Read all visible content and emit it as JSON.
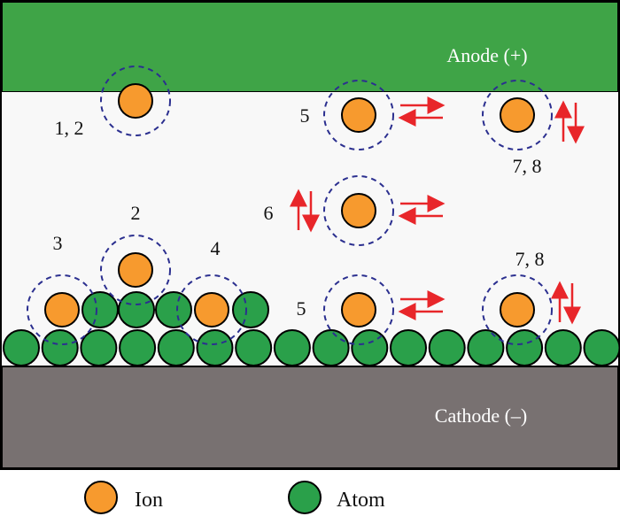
{
  "electrodes": {
    "anode_label": "Anode (+)",
    "cathode_label": "Cathode (–)"
  },
  "step_labels": {
    "l12_left": "1, 2",
    "l2_top": "2",
    "l3": "3",
    "l4": "4",
    "l5_top": "5",
    "l5_bottom": "5",
    "l6": "6",
    "l78_top": "7, 8",
    "l78_bottom": "7, 8"
  },
  "legend": {
    "ion_label": "Ion",
    "atom_label": "Atom"
  },
  "colors": {
    "anode": "#3fa447",
    "cathode": "#787171",
    "electrolyte": "#f8f8f8",
    "ion": "#f79a2e",
    "atom": "#2aa04a",
    "halo": "#2b2f8f",
    "arrow": "#e8262a",
    "anode_text": "#ffffff",
    "cathode_text": "#ffffff",
    "label_text": "#111111"
  }
}
